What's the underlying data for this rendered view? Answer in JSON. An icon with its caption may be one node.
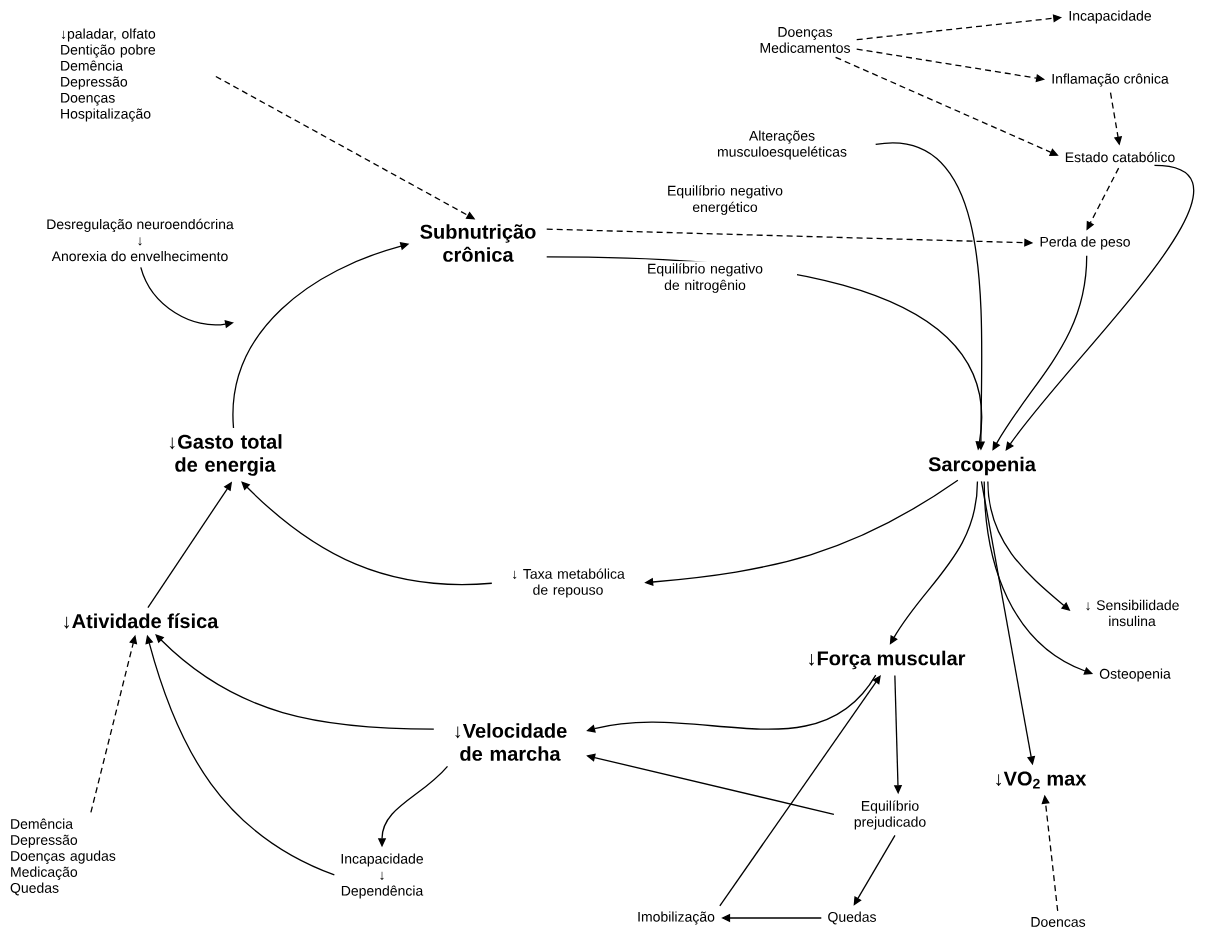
{
  "diagram": {
    "nodes": [
      {
        "text": [
          "↓paladar, olfato",
          "Dentição pobre",
          "Demência",
          "Depressão",
          "Doenças",
          "Hospitalização"
        ]
      },
      {
        "text": [
          "Desregulação neuroendócrina",
          "↓",
          "Anorexia do envelhecimento"
        ]
      },
      {
        "text": [
          "Subnutrição crônica"
        ]
      },
      {
        "text": [
          "Doenças",
          "Medicamentos"
        ]
      },
      {
        "text": [
          "Incapacidade"
        ]
      },
      {
        "text": [
          "Inflamação crônica"
        ]
      },
      {
        "text": [
          "Alterações musculoesqueléticas"
        ]
      },
      {
        "text": [
          "Estado catabólico"
        ]
      },
      {
        "text": [
          "Perda de peso"
        ]
      },
      {
        "text": [
          "Sarcopenia"
        ]
      },
      {
        "text": [
          "↓Gasto total de energia"
        ]
      },
      {
        "text": [
          "↓ Taxa metabólica de repouso"
        ]
      },
      {
        "text": [
          "↓Atividade física"
        ]
      },
      {
        "text": [
          "↓ Sensibilidade insulina"
        ]
      },
      {
        "text": [
          "↓Força muscular"
        ]
      },
      {
        "text": [
          "Osteopenia"
        ]
      },
      {
        "text": [
          "↓Velocidade de marcha"
        ]
      },
      {
        "text": [
          "↓VO$_{2}$ max"
        ]
      },
      {
        "text": [
          "Equilíbrio prejudicado"
        ]
      },
      {
        "text": [
          "Demência",
          "Depressão",
          "Doenças agudas",
          "Medicação",
          "Quedas"
        ]
      },
      {
        "text": [
          "Incapacidade",
          "↓",
          "Dependência"
        ]
      },
      {
        "text": [
          "Imobilização"
        ]
      },
      {
        "text": [
          "Quedas"
        ]
      },
      {
        "text": [
          "Doencas"
        ]
      }
    ],
    "edges": [
      {
        "from": 0,
        "to": 2,
        "arrow": "to",
        "style": "dashed"
      },
      {
        "from": 1,
        "to": null,
        "arrow": "to"
      },
      {
        "from": 10,
        "to": 2,
        "arrow": "to"
      },
      {
        "from": 2,
        "to": 8,
        "arrow": "to",
        "style": "dashed",
        "label": "Equilíbrio negativo energético"
      },
      {
        "from": 2,
        "to": 9,
        "arrow": "to",
        "label": "Equilíbrio negativo de nitrogênio"
      },
      {
        "from": 3,
        "to": 4,
        "arrow": "to",
        "style": "dashed"
      },
      {
        "from": 3,
        "to": 5,
        "arrow": "to",
        "style": "dashed"
      },
      {
        "from": 3,
        "to": 7,
        "arrow": "to",
        "style": "dashed"
      },
      {
        "from": 5,
        "to": 7,
        "arrow": "to",
        "style": "dashed"
      },
      {
        "from": 7,
        "to": 8,
        "arrow": "to",
        "style": "dashed"
      },
      {
        "from": 6,
        "to": 9,
        "arrow": "to"
      },
      {
        "from": 8,
        "to": 9,
        "arrow": "to"
      },
      {
        "from": 7,
        "to": 9,
        "arrow": "to"
      },
      {
        "from": 9,
        "to": 11,
        "arrow": "to"
      },
      {
        "from": 9,
        "to": 14,
        "arrow": "to"
      },
      {
        "from": 9,
        "to": 17,
        "arrow": "to"
      },
      {
        "from": 9,
        "to": 15,
        "arrow": "to"
      },
      {
        "from": 9,
        "to": 13,
        "arrow": "to"
      },
      {
        "from": 11,
        "to": 10,
        "arrow": "to"
      },
      {
        "from": 12,
        "to": 10,
        "arrow": "to"
      },
      {
        "from": 19,
        "to": 12,
        "arrow": "to",
        "style": "dashed"
      },
      {
        "from": 16,
        "to": 12,
        "arrow": "to"
      },
      {
        "from": 20,
        "to": 12,
        "arrow": "to"
      },
      {
        "from": 16,
        "to": 20,
        "arrow": "to"
      },
      {
        "from": 14,
        "to": 16,
        "arrow": "to"
      },
      {
        "from": 18,
        "to": 16,
        "arrow": "to"
      },
      {
        "from": 14,
        "to": 18,
        "arrow": "to"
      },
      {
        "from": 18,
        "to": 22,
        "arrow": "to"
      },
      {
        "from": 22,
        "to": 21,
        "arrow": "to"
      },
      {
        "from": 21,
        "to": 14,
        "arrow": "to"
      },
      {
        "from": 23,
        "to": 17,
        "arrow": "to",
        "style": "dashed"
      }
    ]
  }
}
